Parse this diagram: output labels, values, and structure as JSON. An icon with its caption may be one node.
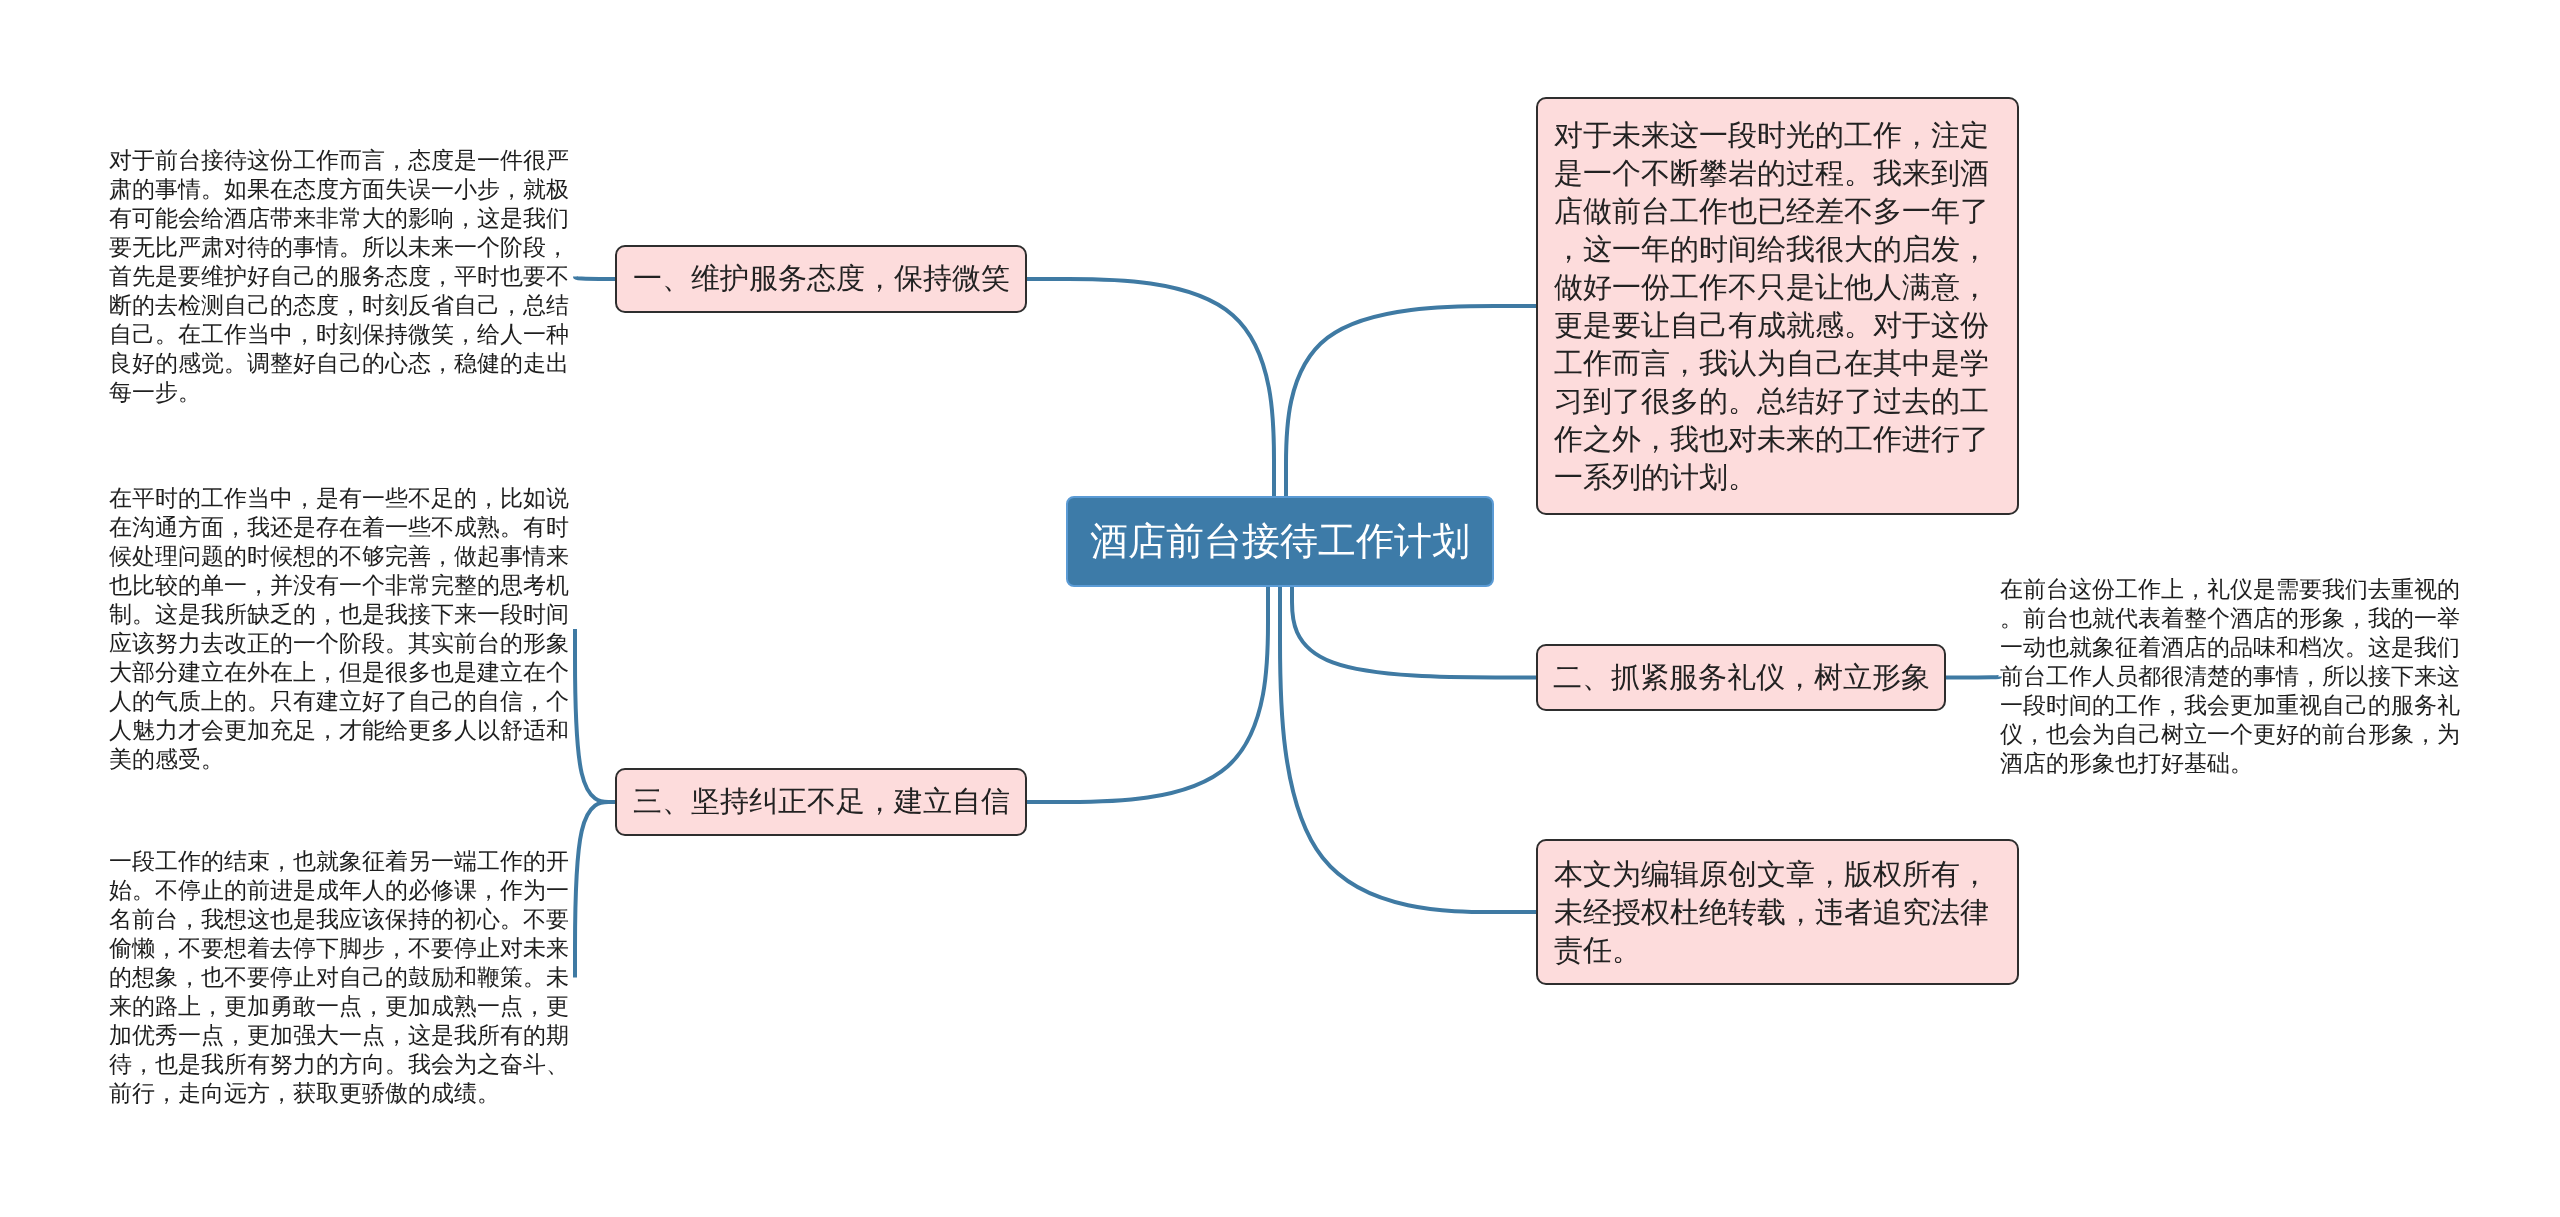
{
  "diagram": {
    "nodes": [
      {
        "text": [
          "酒店前台接待工作计划"
        ]
      },
      {
        "text": [
          "一、维护服务态度，保持微笑"
        ]
      },
      {
        "text": [
          "对于前台接待这份工作而言，态度是一件很严肃的事情。如果在态度方面失误一小步，就极有可能会给酒店带来非常大的影响，这是我们要无比严肃对待的事情。所以未来一个阶段，首先是要维护好自己的服务态度，平时也要不断的去检测自己的态度，时刻反省自己，总结自己。在工作当中，时刻保持微笑，给人一种良好的感觉。调整好自己的心态，稳健的走出每一步。"
        ]
      },
      {
        "text": [
          "对于未来这一段时光的工作，注定是一个不断攀岩的过程。我来到酒店做前台工作也已经差不多一年了，这一年的时间给我很大的启发，做好一份工作不只是让他人满意，更是要让自己有成就感。对于这份工作而言，我认为自己在其中是学习到了很多的。总结好了过去的工作之外，我也对未来的工作进行了一系列的计划。"
        ]
      },
      {
        "text": [
          "二、抓紧服务礼仪，树立形象"
        ]
      },
      {
        "text": [
          "在前台这份工作上，礼仪是需要我们去重视的。前台也就代表着整个酒店的形象，我的一举一动也就象征着酒店的品味和档次。这是我们前台工作人员都很清楚的事情，所以接下来这一段时间的工作，我会更加重视自己的服务礼仪，也会为自己树立一个更好的前台形象，为酒店的形象也打好基础。"
        ]
      },
      {
        "text": [
          "三、坚持纠正不足，建立自信"
        ]
      },
      {
        "text": [
          "在平时的工作当中，是有一些不足的，比如说在沟通方面，我还是存在着一些不成熟。有时候处理问题的时候想的不够完善，做起事情来也比较的单一，并没有一个非常完整的思考机制。这是我所缺乏的，也是我接下来一段时间应该努力去改正的一个阶段。其实前台的形象大部分建立在外在上，但是很多也是建立在个人的气质上的。只有建立好了自己的自信，个人魅力才会更加充足，才能给更多人以舒适和美的感受。"
        ]
      },
      {
        "text": [
          "一段工作的结束，也就象征着另一端工作的开始。不停止的前进是成年人的必修课，作为一名前台，我想这也是我应该保持的初心。不要偷懒，不要想着去停下脚步，不要停止对未来的想象，也不要停止对自己的鼓励和鞭策。未来的路上，更加勇敢一点，更加成熟一点，更加优秀一点，更加强大一点，这是我所有的期待，也是我所有努力的方向。我会为之奋斗、前行，走向远方，获取更骄傲的成绩。"
        ]
      },
      {
        "text": [
          "本文为编辑原创文章，版权所有，未经授权杜绝转载，违者追究法律责任。"
        ]
      }
    ],
    "edges": [
      {
        "from": 0,
        "to": 1,
        "arrow": "none"
      },
      {
        "from": 1,
        "to": 2,
        "arrow": "none"
      },
      {
        "from": 0,
        "to": 3,
        "arrow": "none"
      },
      {
        "from": 0,
        "to": 4,
        "arrow": "none"
      },
      {
        "from": 4,
        "to": 5,
        "arrow": "none"
      },
      {
        "from": 0,
        "to": 6,
        "arrow": "none"
      },
      {
        "from": 6,
        "to": 7,
        "arrow": "none"
      },
      {
        "from": 6,
        "to": 8,
        "arrow": "none"
      },
      {
        "from": 0,
        "to": 9,
        "arrow": "none"
      }
    ]
  }
}
